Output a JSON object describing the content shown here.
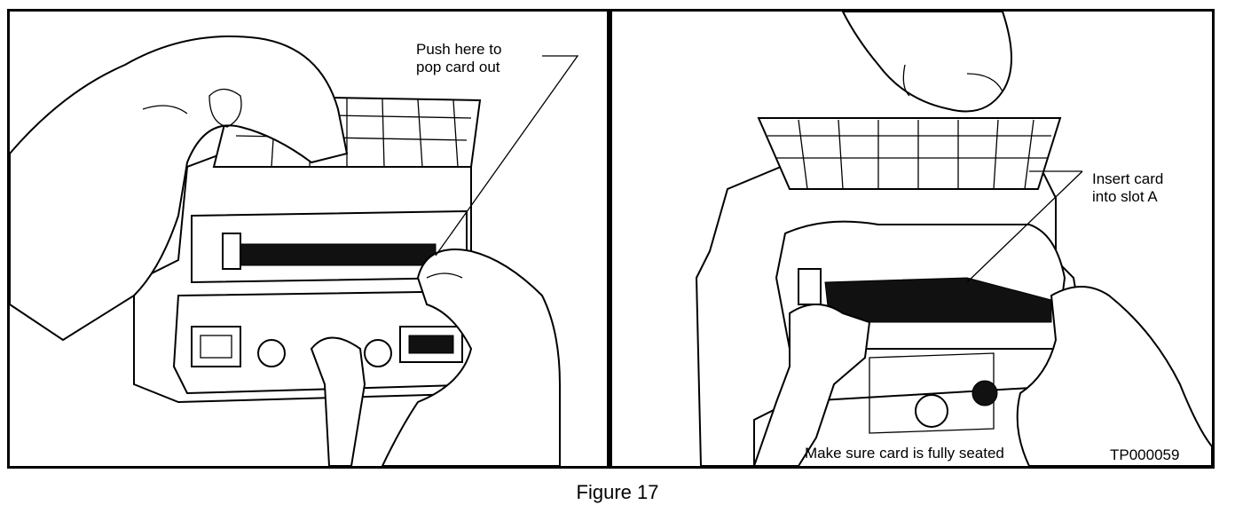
{
  "figure": {
    "caption": "Figure 17",
    "left_panel": {
      "callout": "Push here to\npop card out",
      "icons": [
        "hand-icon",
        "device-icon",
        "card-slot-icon",
        "cable-icon"
      ]
    },
    "right_panel": {
      "callout": "Insert card\ninto slot A",
      "note": "Make sure card is fully seated",
      "code": "TP000059",
      "icons": [
        "hand-icon",
        "device-icon",
        "pc-card-icon"
      ]
    }
  },
  "colors": {
    "ink": "#000000",
    "paper": "#ffffff"
  }
}
